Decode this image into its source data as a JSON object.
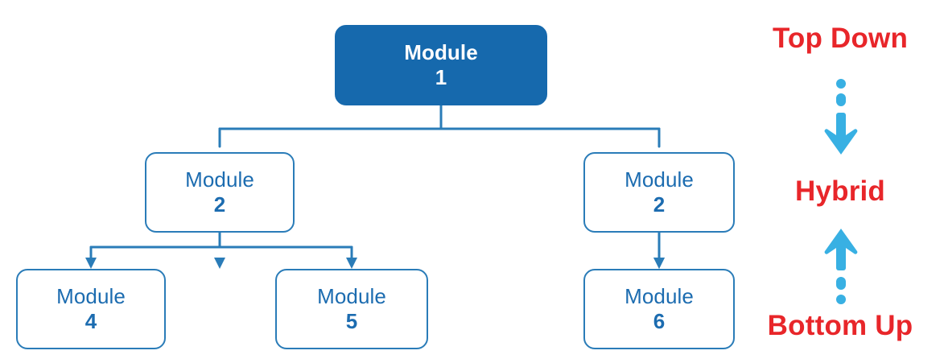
{
  "diagram": {
    "type": "integration-testing-module-tree",
    "background_color": "#ffffff",
    "node_fill_root": "#1669ad",
    "node_stroke": "#2a7cb8",
    "node_text_color": "#1c6cb0",
    "connector_color": "#2a7cb8",
    "legend_text_color": "#e8262a",
    "legend_arrow_color": "#38b0e3",
    "nodes": [
      {
        "id": "m1",
        "title": "Module",
        "number": "1",
        "level": 0,
        "style": "filled"
      },
      {
        "id": "m2a",
        "title": "Module",
        "number": "2",
        "level": 1,
        "style": "outline"
      },
      {
        "id": "m2b",
        "title": "Module",
        "number": "2",
        "level": 1,
        "style": "outline"
      },
      {
        "id": "m4",
        "title": "Module",
        "number": "4",
        "level": 2,
        "style": "outline"
      },
      {
        "id": "m5",
        "title": "Module",
        "number": "5",
        "level": 2,
        "style": "outline"
      },
      {
        "id": "m6",
        "title": "Module",
        "number": "6",
        "level": 2,
        "style": "outline"
      }
    ],
    "edges": [
      {
        "from": "m1",
        "to": "m2a"
      },
      {
        "from": "m1",
        "to": "m2b"
      },
      {
        "from": "m2a",
        "to": "m4"
      },
      {
        "from": "m2a",
        "to": "m5"
      },
      {
        "from": "m2b",
        "to": "m6"
      }
    ]
  },
  "legend": {
    "top_label": "Top Down",
    "middle_label": "Hybrid",
    "bottom_label": "Bottom Up",
    "down_arrow_icon": "arrow-down-dotted-icon",
    "up_arrow_icon": "arrow-up-dotted-icon"
  }
}
